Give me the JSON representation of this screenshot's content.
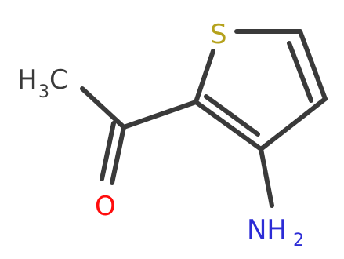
{
  "molecule": {
    "atoms": {
      "sulfur": {
        "symbol": "S",
        "color": "#b5a21d"
      },
      "oxygen": {
        "symbol": "O",
        "color": "#ff0d0d"
      },
      "methyl": {
        "symbol": "H",
        "subscript": "3",
        "suffix": "C",
        "color": "#3a3a3a"
      },
      "amine": {
        "symbol": "NH",
        "subscript": "2",
        "color": "#2c2cd6"
      }
    },
    "bond_color": "#3a3a3a"
  }
}
